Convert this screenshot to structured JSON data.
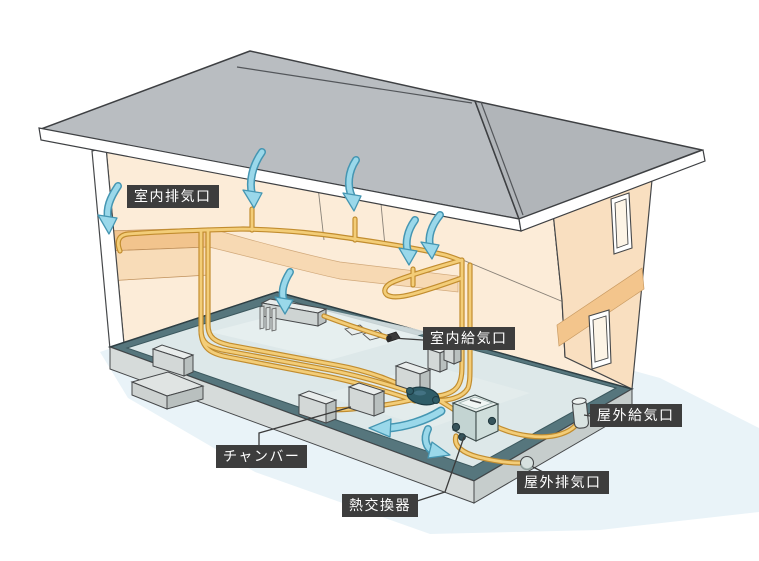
{
  "figure": {
    "kind": "house-ventilation-cutaway-diagram",
    "description_elements": [
      "hip-roof house cutaway",
      "attic/2F ducts",
      "underfloor duct network",
      "heat exchange ventilation unit"
    ]
  },
  "labels": {
    "indoor_exhaust": "室内排気口",
    "indoor_supply": "室内給気口",
    "outdoor_supply": "屋外給気口",
    "outdoor_exhaust": "屋外排気口",
    "chamber": "チャンバー",
    "heat_exchanger": "熱交換器"
  },
  "colors": {
    "label_bg": "#3d3d3d",
    "label_text": "#ffffff",
    "duct": "#f3cd78",
    "duct_outline": "#c28d2f",
    "airflow_arrow": "#9ad8ea",
    "airflow_arrow_outline": "#4596b2",
    "roof": "#b9bdc1",
    "exterior_wall": "#f9dfc0",
    "interior_wall": "#fcecd8",
    "floor_slab_band": "#f2c48d",
    "foundation_rim": "#56767d",
    "underfloor": "#dde8e9",
    "ground": "#e9f3f8"
  }
}
